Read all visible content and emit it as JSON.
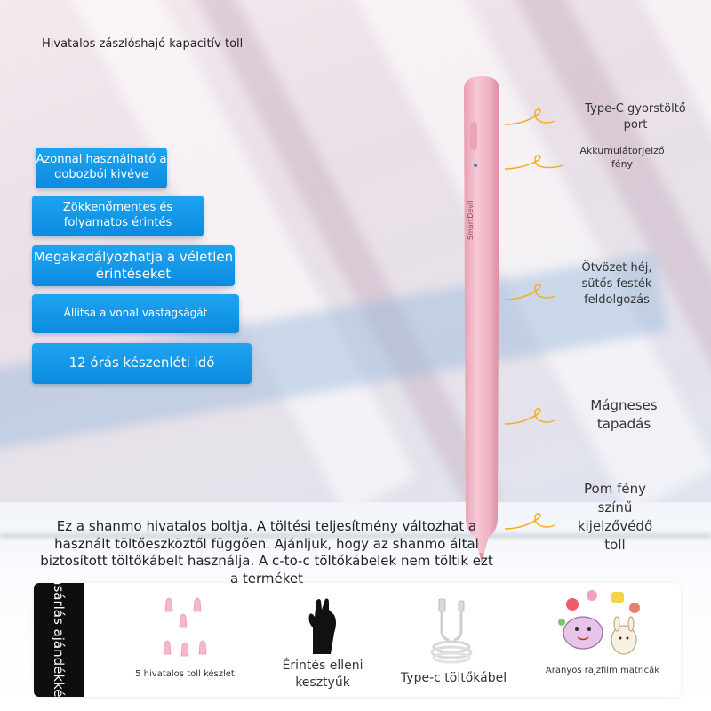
{
  "headline": "Hivatalos zászlóshajó kapacitív toll",
  "features": [
    "Azonnal használható a dobozból kivéve",
    "Zökkenőmentes és folyamatos érintés",
    "Megakadályozhatja a véletlen érintéseket",
    "Állítsa a vonal vastagságát",
    "12 órás készenléti idő"
  ],
  "pen": {
    "brand": "SmartDevil",
    "color": "#f1b7c6"
  },
  "callouts": {
    "port": "Type-C gyorstöltő port",
    "battery": "Akkumulátorjelző fény",
    "alloy": "Ötvözet héj, sütős festék feldolgozás",
    "magnet": "Mágneses tapadás",
    "screen": "Pom fény színű kijelzővédő toll"
  },
  "notice": "Ez a shanmo hivatalos boltja. A töltési teljesítmény változhat a használt töltőeszköztől függően. Ajánljuk, hogy az shanmo által biztosított töltőkábelt használja. A c-to-c töltőkábelek nem töltik ezt a terméket",
  "gift": {
    "label": "Vásárlás ajándékként",
    "items": [
      {
        "name": "5 hivatalos toll készlet",
        "icon": "pen-tips-icon"
      },
      {
        "name": "Érintés elleni kesztyűk",
        "icon": "glove-icon"
      },
      {
        "name": "Type-c töltőkábel",
        "icon": "cable-icon"
      },
      {
        "name": "Aranyos rajzfilm matricák",
        "icon": "sticker-icon"
      }
    ]
  },
  "colors": {
    "badge": "#1496e8",
    "pen": "#f1b7c6",
    "callout_line": "#f0b020"
  }
}
